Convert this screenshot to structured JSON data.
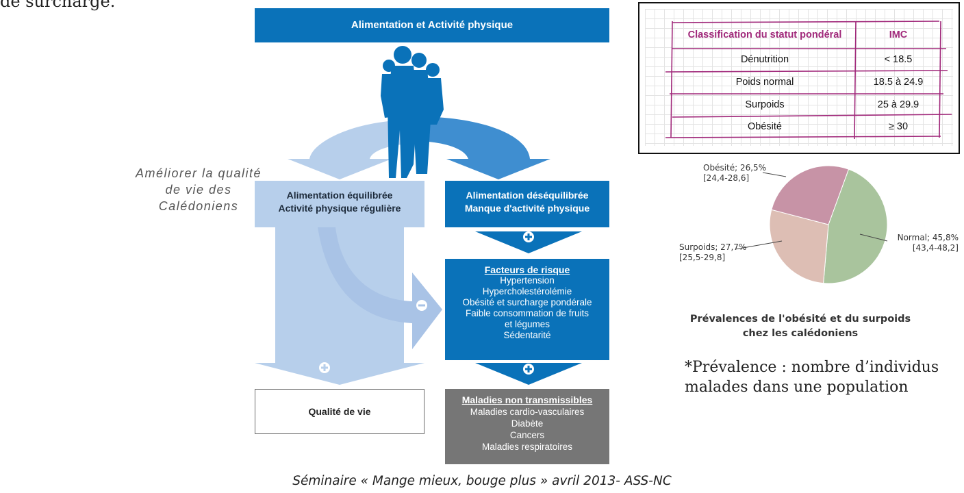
{
  "top_fragment": "de surcharge.",
  "left_caption": [
    "Améliorer la qualité de vie des",
    "Calédoniens"
  ],
  "diagram": {
    "title": "Alimentation et Activité physique",
    "balanced": [
      "Alimentation équilibrée",
      "Activité physique régulière"
    ],
    "unbalanced": [
      "Alimentation déséquilibrée",
      "Manque d'activité physique"
    ],
    "risk": {
      "header": "Facteurs de risque",
      "items": [
        "Hypertension",
        "Hypercholestérolémie",
        "Obésité et surcharge pondérale",
        "Faible consommation de fruits",
        "et légumes",
        "Sédentarité"
      ]
    },
    "quality": "Qualité de vie",
    "diseases": {
      "header": "Maladies non transmissibles",
      "items": [
        "Maladies cardio-vasculaires",
        "Diabète",
        "Cancers",
        "Maladies respiratoires"
      ]
    },
    "colors": {
      "dark_blue": "#0a72b9",
      "light_blue": "#b7cfeb",
      "grey": "#767676"
    }
  },
  "imc_table": {
    "headers": [
      "Classification du statut pondéral",
      "IMC"
    ],
    "rows": [
      [
        "Dénutrition",
        "< 18.5"
      ],
      [
        "Poids normal",
        "18.5 à 24.9"
      ],
      [
        "Surpoids",
        "25 à 29.9"
      ],
      [
        "Obésité",
        "≥ 30"
      ]
    ],
    "header_color": "#a0287a"
  },
  "pie": {
    "slices": [
      {
        "label": "Normal; 45,8%",
        "ci": "[43,4-48,2]",
        "value": 45.8,
        "color": "#a9c49d"
      },
      {
        "label": "Surpoids; 27,7%",
        "ci": "[25,5-29,8]",
        "value": 27.7,
        "color": "#ddbeb4"
      },
      {
        "label": "Obésité; 26,5%",
        "ci": "[24,4-28,6]",
        "value": 26.5,
        "color": "#c793a6"
      }
    ],
    "caption": [
      "Prévalences de l'obésité et du surpoids",
      "chez les calédoniens"
    ]
  },
  "footnote": [
    "*Prévalence : nombre d’individus",
    "malades dans une population"
  ],
  "source": "Séminaire « Mange mieux, bouge plus » avril 2013- ASS-NC"
}
